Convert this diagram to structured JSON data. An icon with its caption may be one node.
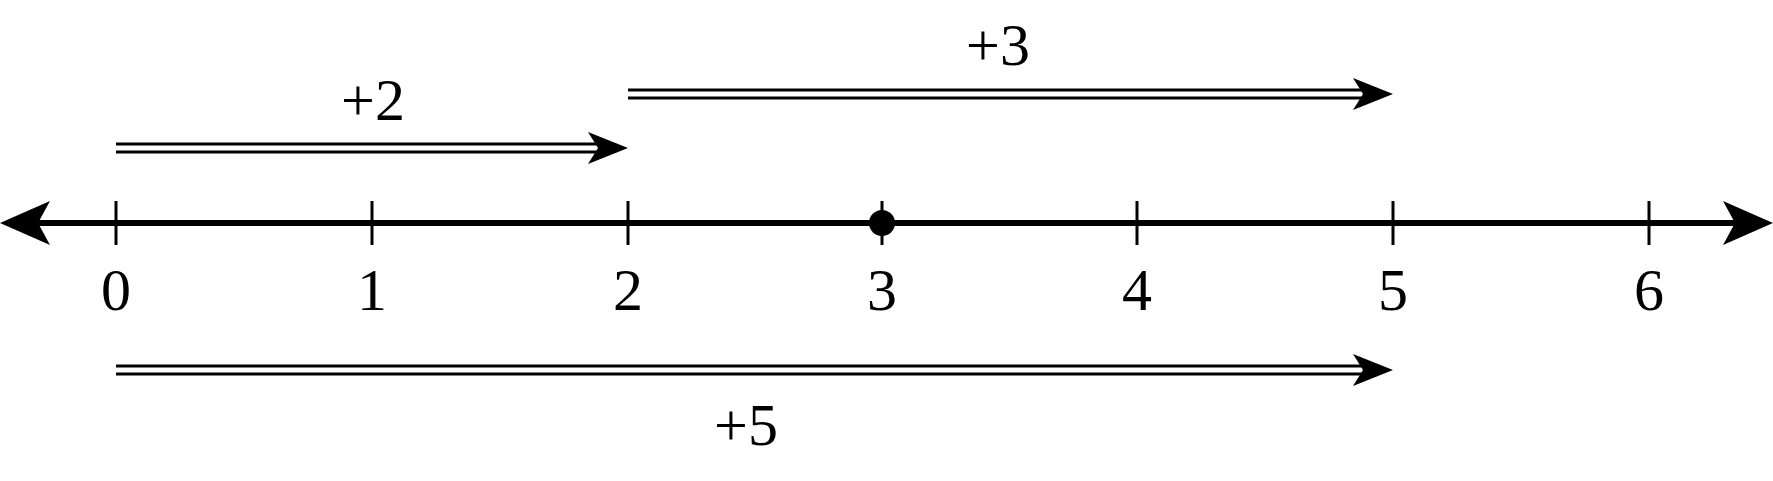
{
  "diagram": {
    "labels": [
      "+3",
      "+2",
      "0",
      "1",
      "2",
      "3",
      "4",
      "5",
      "6",
      "+5"
    ]
  }
}
